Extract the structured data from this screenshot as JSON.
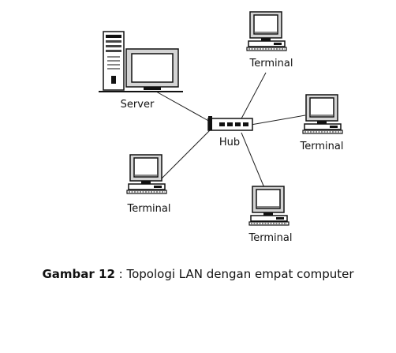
{
  "diagram": {
    "nodes": {
      "server": {
        "label": "Server",
        "icon": "server-computer-icon"
      },
      "hub": {
        "label": "Hub",
        "icon": "network-hub-icon"
      },
      "terminal_top": {
        "label": "Terminal",
        "icon": "terminal-computer-icon"
      },
      "terminal_right": {
        "label": "Terminal",
        "icon": "terminal-computer-icon"
      },
      "terminal_left": {
        "label": "Terminal",
        "icon": "terminal-computer-icon"
      },
      "terminal_bottom": {
        "label": "Terminal",
        "icon": "terminal-computer-icon"
      }
    },
    "caption": {
      "prefix": "Gambar 12",
      "text": " : Topologi LAN dengan empat computer"
    }
  }
}
